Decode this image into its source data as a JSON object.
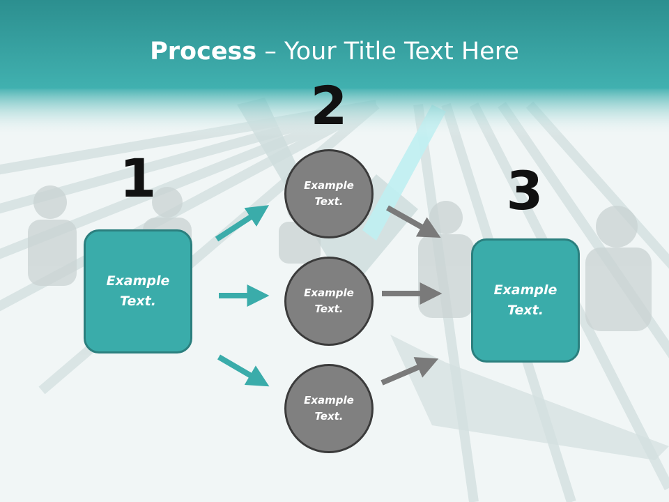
{
  "title": {
    "bold": "Process",
    "rest": " – Your Title Text Here"
  },
  "steps": [
    {
      "number": "1",
      "text": "Example\nText."
    },
    {
      "number": "2",
      "circles": [
        "Example\nText.",
        "Example\nText.",
        "Example\nText."
      ]
    },
    {
      "number": "3",
      "text": "Example\nText."
    }
  ],
  "colors": {
    "teal": "#3aacaa",
    "teal_dark": "#2b7f7e",
    "circle": "#808080",
    "arrow_gray": "#7a7a7a"
  }
}
